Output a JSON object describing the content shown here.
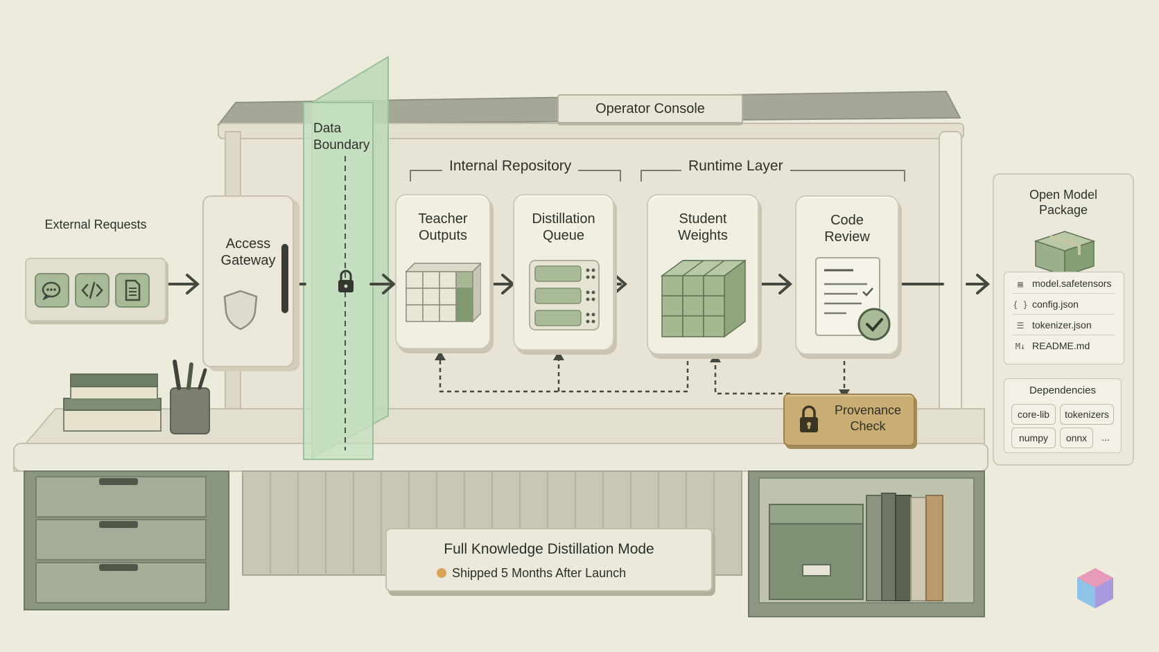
{
  "labels": {
    "external_requests": "External Requests",
    "access_gateway": "Access Gateway",
    "data_boundary": "Data Boundary",
    "operator_console": "Operator Console",
    "internal_repository": "Internal Repository",
    "runtime_layer": "Runtime Layer",
    "provenance_check": "Provenance Check"
  },
  "stages": [
    {
      "title": "Teacher Outputs"
    },
    {
      "title": "Distillation Queue"
    },
    {
      "title": "Student Weights"
    },
    {
      "title": "Code Review"
    }
  ],
  "package": {
    "title": "Open Model Package",
    "files": [
      {
        "icon": "doc-icon",
        "name": "model.safetensors"
      },
      {
        "icon": "braces-icon",
        "name": "config.json"
      },
      {
        "icon": "list-icon",
        "name": "tokenizer.json"
      },
      {
        "icon": "markdown-icon",
        "name": "README.md"
      }
    ],
    "dependencies_title": "Dependencies",
    "dependencies": [
      "core-lib",
      "tokenizers",
      "numpy",
      "onnx"
    ],
    "more": "..."
  },
  "banner": {
    "title": "Full Knowledge Distillation Mode",
    "status": "Shipped 5 Months After Launch",
    "status_color": "#d9a35a"
  },
  "colors": {
    "accent_green": "#9bb08a",
    "boundary_glass": "#bcd9b7",
    "provenance_gold": "#c9ad72",
    "background": "#ecebdc"
  }
}
